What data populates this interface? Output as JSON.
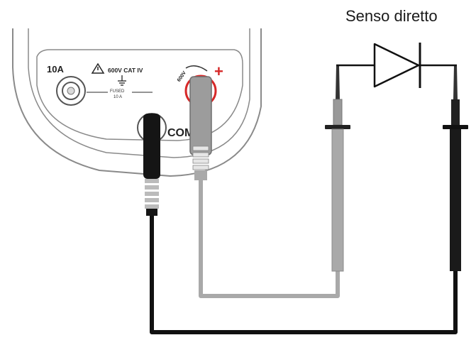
{
  "caption": "Senso diretto",
  "meter": {
    "jack_10a_label": "10A",
    "cat_rating": "600V CAT IV",
    "fuse_label": "FUSED",
    "fuse_rating": "10 A",
    "v_jack_rating": "600V",
    "com_label": "COM",
    "plus_sign": "+"
  },
  "colors": {
    "black_lead": "#111111",
    "gray_lead": "#a9a9a9",
    "red_jack": "#d62828",
    "meter_outline": "#8a8a8a"
  },
  "icons": [
    "warning-triangle-icon",
    "ground-symbol-icon",
    "diode-symbol-icon"
  ]
}
